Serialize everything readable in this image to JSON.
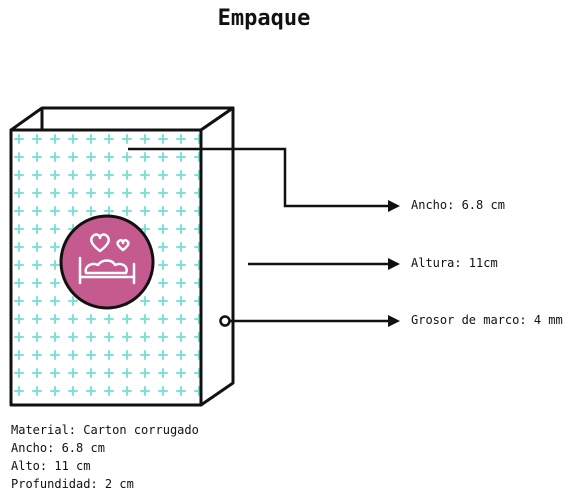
{
  "title": "Empaque",
  "callouts": {
    "width": "Ancho: 6.8 cm",
    "height": "Altura: 11cm",
    "thickness": "Grosor de marco: 4 mm"
  },
  "specs": {
    "material": "Material: Carton corrugado",
    "width": "Ancho: 6.8 cm",
    "height": "Alto: 11 cm",
    "depth": "Profundidad: 2 cm"
  },
  "colors": {
    "pattern": "#7fe0d6",
    "badge": "#c45a8e",
    "outline": "#111111",
    "icon": "#ffffff"
  },
  "icons": [
    "hearts-icon",
    "bed-icon"
  ]
}
